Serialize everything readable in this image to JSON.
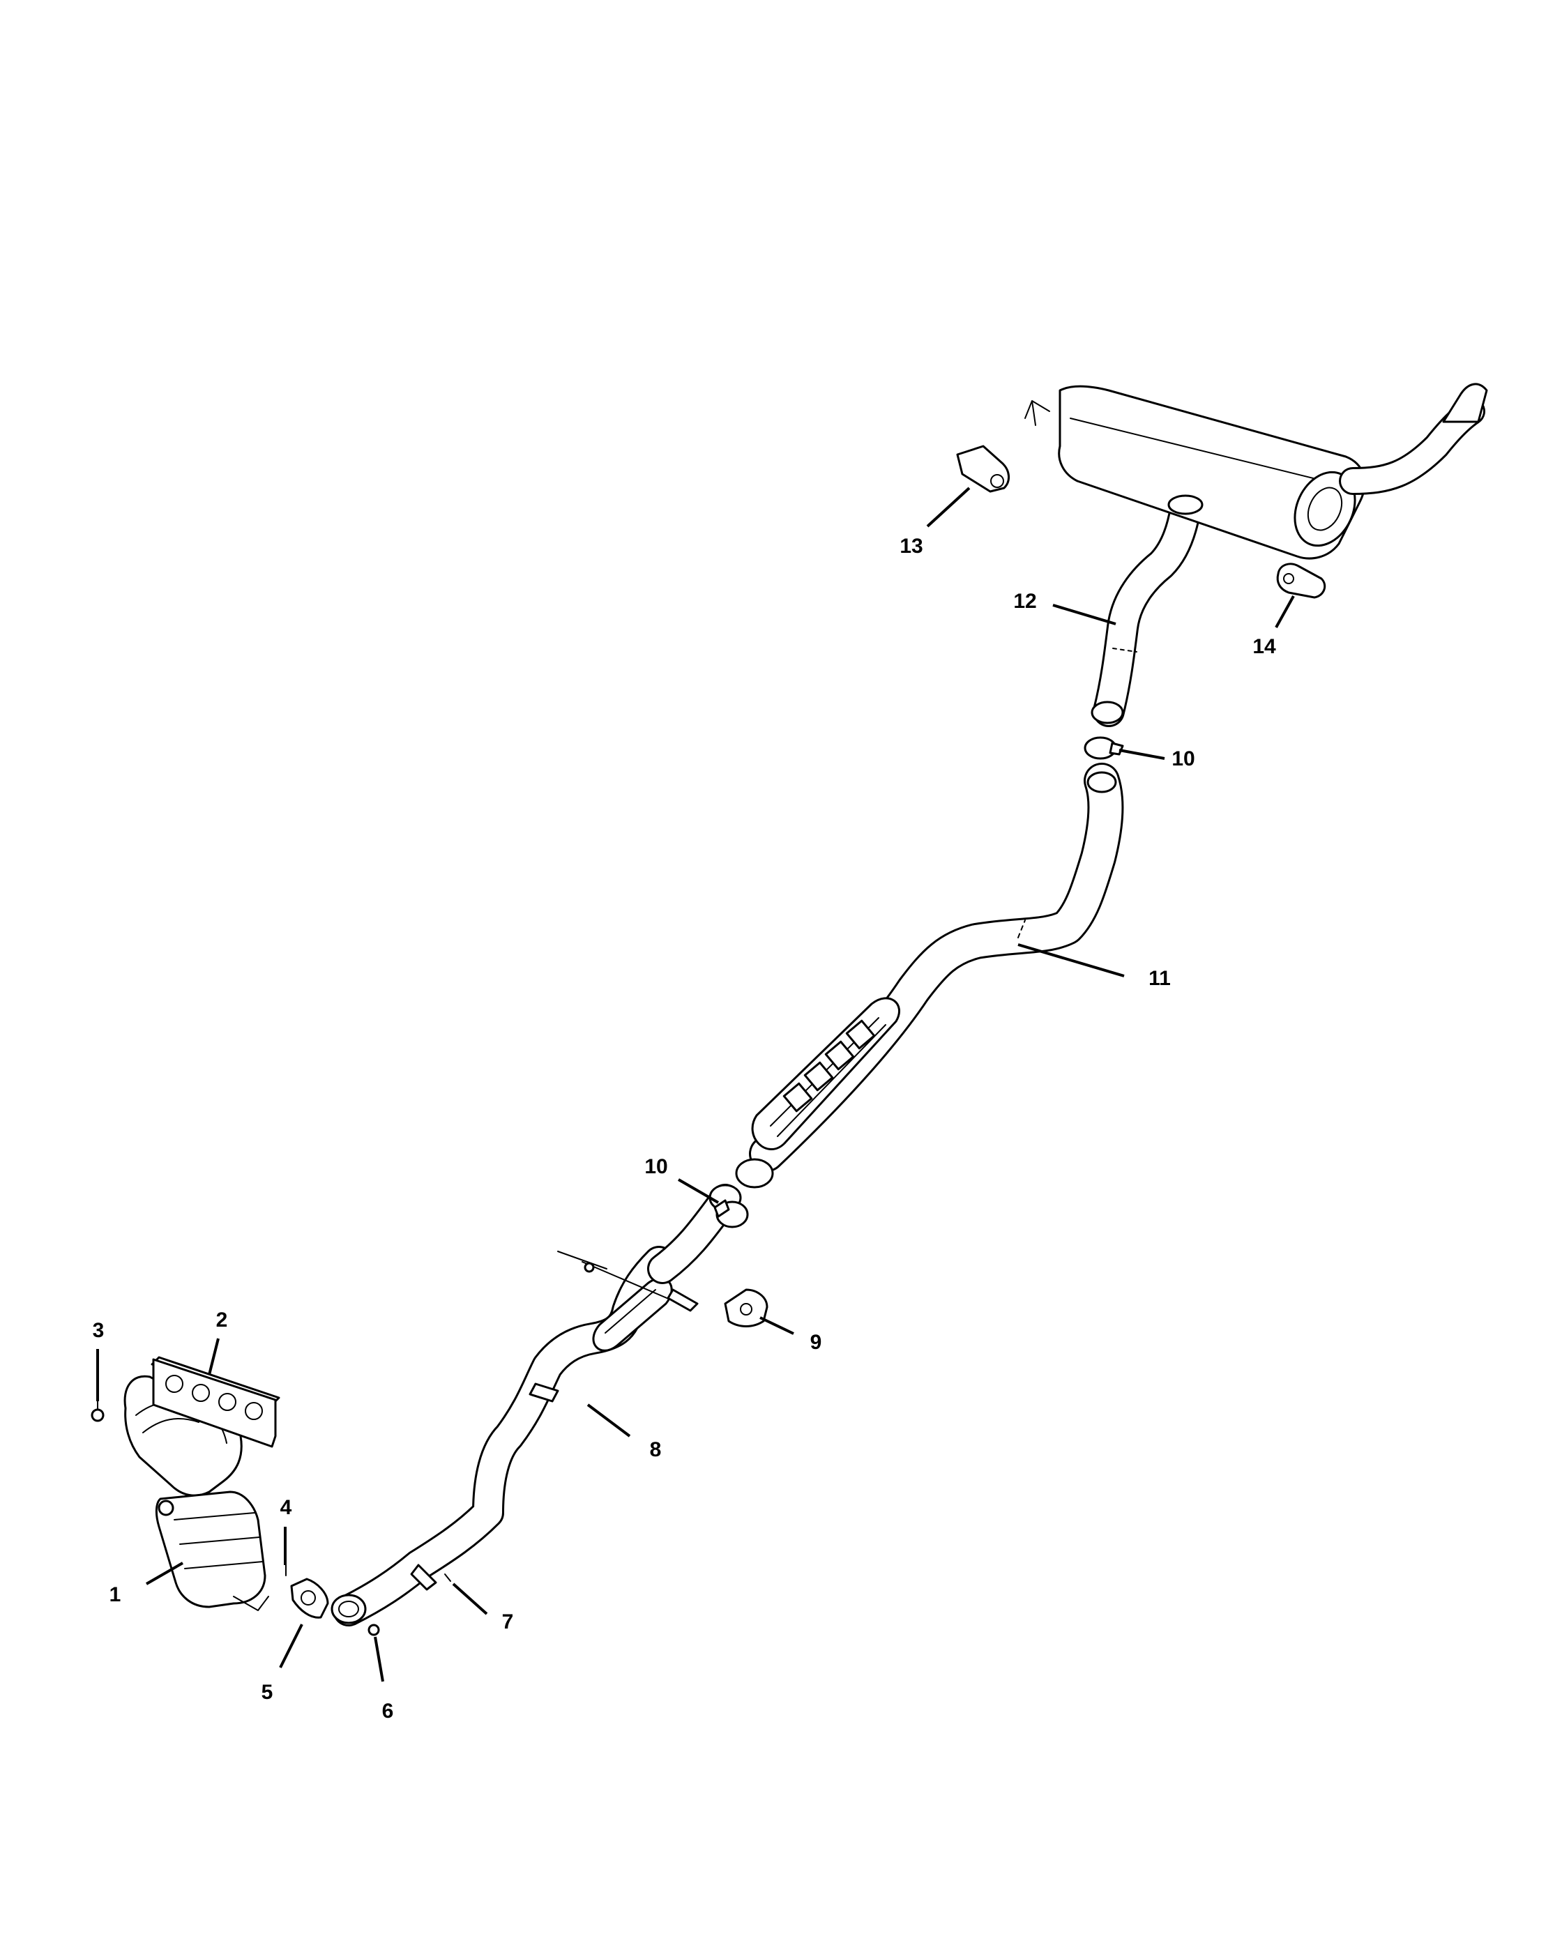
{
  "diagram": {
    "callouts": [
      {
        "id": "c1",
        "label": "1"
      },
      {
        "id": "c2",
        "label": "2"
      },
      {
        "id": "c3",
        "label": "3"
      },
      {
        "id": "c4",
        "label": "4"
      },
      {
        "id": "c5",
        "label": "5"
      },
      {
        "id": "c6",
        "label": "6"
      },
      {
        "id": "c7",
        "label": "7"
      },
      {
        "id": "c8",
        "label": "8"
      },
      {
        "id": "c9",
        "label": "9"
      },
      {
        "id": "c10a",
        "label": "10"
      },
      {
        "id": "c10b",
        "label": "10"
      },
      {
        "id": "c11",
        "label": "11"
      },
      {
        "id": "c12",
        "label": "12"
      },
      {
        "id": "c13",
        "label": "13"
      },
      {
        "id": "c14",
        "label": "14"
      }
    ],
    "colors": {
      "line": "#000000",
      "background": "#ffffff"
    }
  }
}
